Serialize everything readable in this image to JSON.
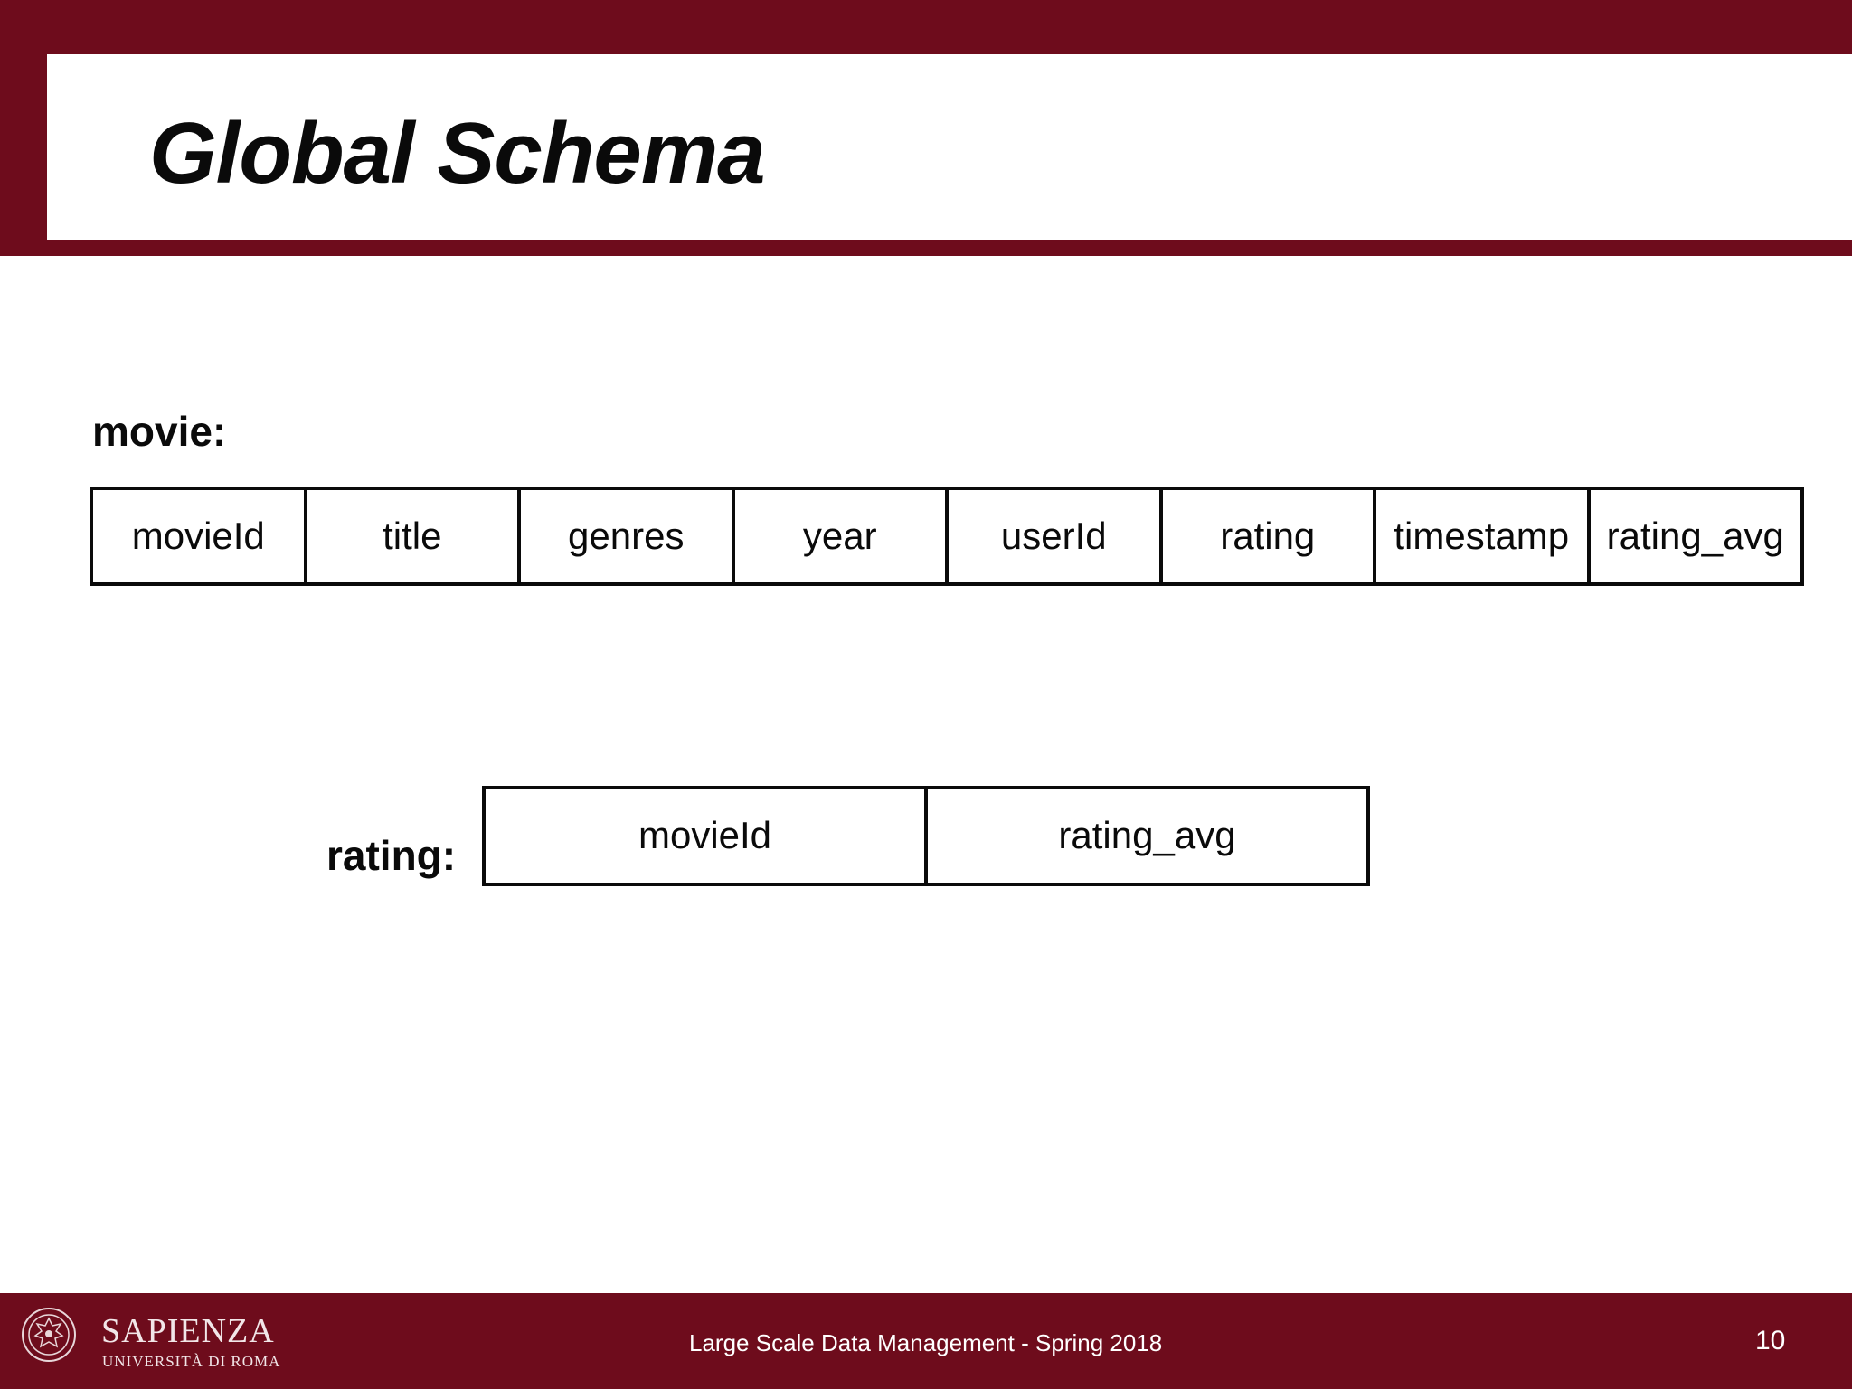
{
  "slide": {
    "title": "Global Schema",
    "accent_color": "#6e0c1c"
  },
  "movie_table": {
    "label": "movie:",
    "columns": [
      "movieId",
      "title",
      "genres",
      "year",
      "userId",
      "rating",
      "timestamp",
      "rating_avg"
    ]
  },
  "rating_table": {
    "label": "rating:",
    "columns": [
      "movieId",
      "rating_avg"
    ]
  },
  "footer": {
    "logo_name": "SAPIENZA",
    "logo_subtitle": "UNIVERSITÀ DI ROMA",
    "logo_icon": "sapienza-seal-icon",
    "text": "Large Scale Data Management - Spring 2018",
    "page_number": "10"
  }
}
